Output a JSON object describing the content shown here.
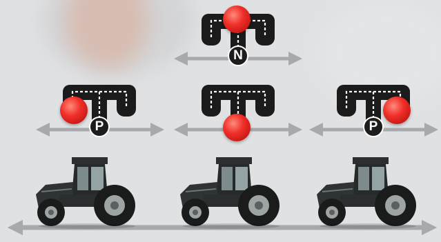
{
  "gears": [
    {
      "id": "top-center",
      "label": "N",
      "ball_position": "top"
    },
    {
      "id": "left",
      "label": "P",
      "ball_position": "bottom-left"
    },
    {
      "id": "center",
      "label": "",
      "ball_position": "bottom-center"
    },
    {
      "id": "right",
      "label": "P",
      "ball_position": "bottom-right"
    }
  ],
  "colors": {
    "background": "#dfe1e3",
    "arrow": "#a7a9ac",
    "gear_body": "#1b1b1b",
    "ball": "#e8231d",
    "tractor_body": "#2a2e2e"
  },
  "icons": [
    "gearshift-icon",
    "tractor-icon",
    "double-arrow-icon"
  ]
}
